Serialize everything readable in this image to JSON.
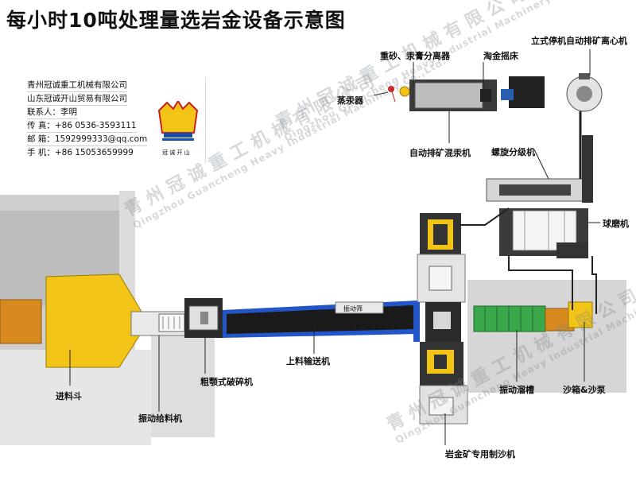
{
  "title": "每小时10吨处理量选岩金设备示意图",
  "company_card": {
    "line1": "青州冠诚重工机械有限公司",
    "line2": "山东冠诚开山贸易有限公司",
    "line3": "联系人：李明",
    "line4": "传    真：+86 0536-3593111",
    "line5": "邮    箱：1592999333@qq.com",
    "line6": "手    机：+86 15053659999",
    "logo_text": "冠 诚 开 山"
  },
  "labels": {
    "zhongsha": "重砂、汞膏分离器",
    "taojin": "淘金摇床",
    "centrifuge": "立式停机自动排矿离心机",
    "zhengong": "蒸汞器",
    "mixer": "自动排矿混汞机",
    "classifier": "螺旋分级机",
    "ballmill": "球磨机",
    "hopper": "进料斗",
    "feeder": "振动给料机",
    "crusher": "粗颚式破碎机",
    "conveyor": "上料输送机",
    "conveyor_small": "振动筛",
    "chute": "振动溜槽",
    "sandpump": "沙箱&沙泵",
    "sandmaker": "岩金矿专用制沙机"
  },
  "watermark": {
    "cn": "青州冠诚重工机械有限公司",
    "en": "Qingzhou Guancheng Heavy Industrial Machinery Co.,Ltd."
  }
}
